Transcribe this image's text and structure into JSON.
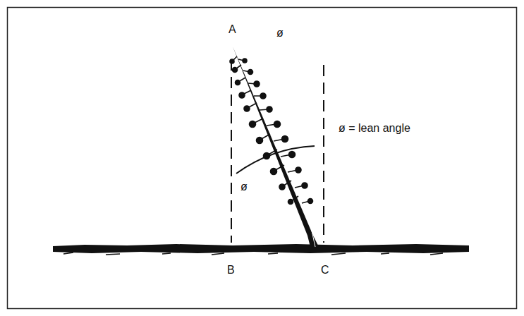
{
  "diagram": {
    "labels": [
      "A",
      "ø",
      "ø",
      "ø = lean angle",
      "B",
      "C"
    ]
  }
}
